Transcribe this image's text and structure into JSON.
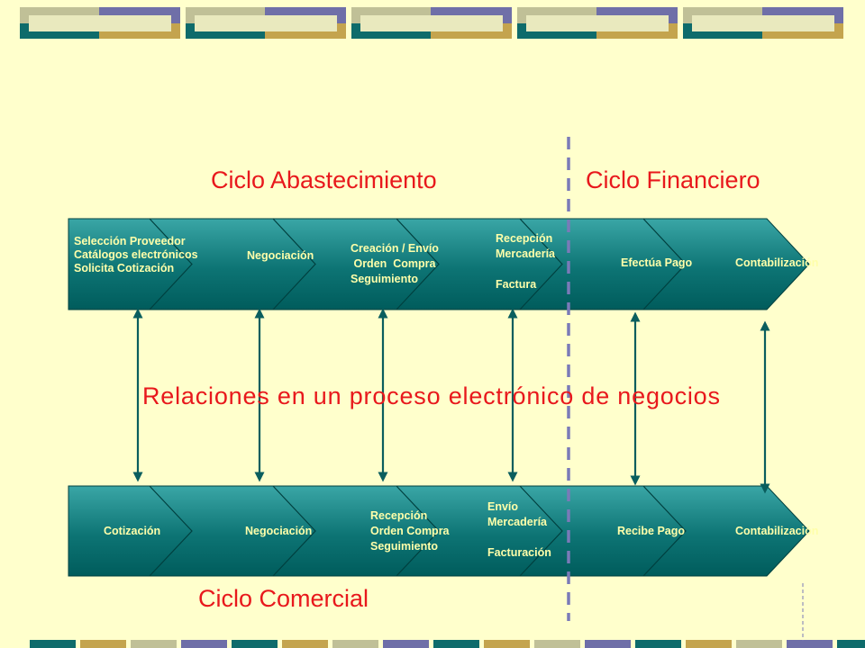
{
  "colors": {
    "background": "#ffffcc",
    "accent_red": "#e8181c",
    "teal_dark": "#006666",
    "teal_light": "#2a9898",
    "label_yellow": "#ffffaa",
    "dashed_line": "#7a7ab8"
  },
  "cycles": {
    "abastecimiento": "Ciclo Abastecimiento",
    "financiero": "Ciclo Financiero",
    "comercial": "Ciclo Comercial"
  },
  "main_title": "Relaciones en un proceso electrónico de negocios",
  "top_process": {
    "stages": [
      {
        "lines": [
          "Selección Proveedor",
          "Catálogos electrónicos",
          "Solicita Cotización"
        ]
      },
      {
        "lines": [
          "Negociación"
        ]
      },
      {
        "lines": [
          "Creación / Envío",
          " Orden  Compra",
          "Seguimiento"
        ]
      },
      {
        "lines": [
          "Recepción",
          "Mercadería",
          "",
          "Factura"
        ]
      },
      {
        "lines": [
          "Efectúa Pago"
        ]
      },
      {
        "lines": [
          "Contabilización"
        ]
      }
    ]
  },
  "bottom_process": {
    "stages": [
      {
        "lines": [
          "Cotización"
        ]
      },
      {
        "lines": [
          "Negociación"
        ]
      },
      {
        "lines": [
          "Recepción",
          "Orden Compra",
          "Seguimiento"
        ]
      },
      {
        "lines": [
          "Envío",
          "Mercadería",
          "",
          "Facturación"
        ]
      },
      {
        "lines": [
          "Recibe Pago"
        ]
      },
      {
        "lines": [
          "Contabilización"
        ]
      }
    ]
  }
}
